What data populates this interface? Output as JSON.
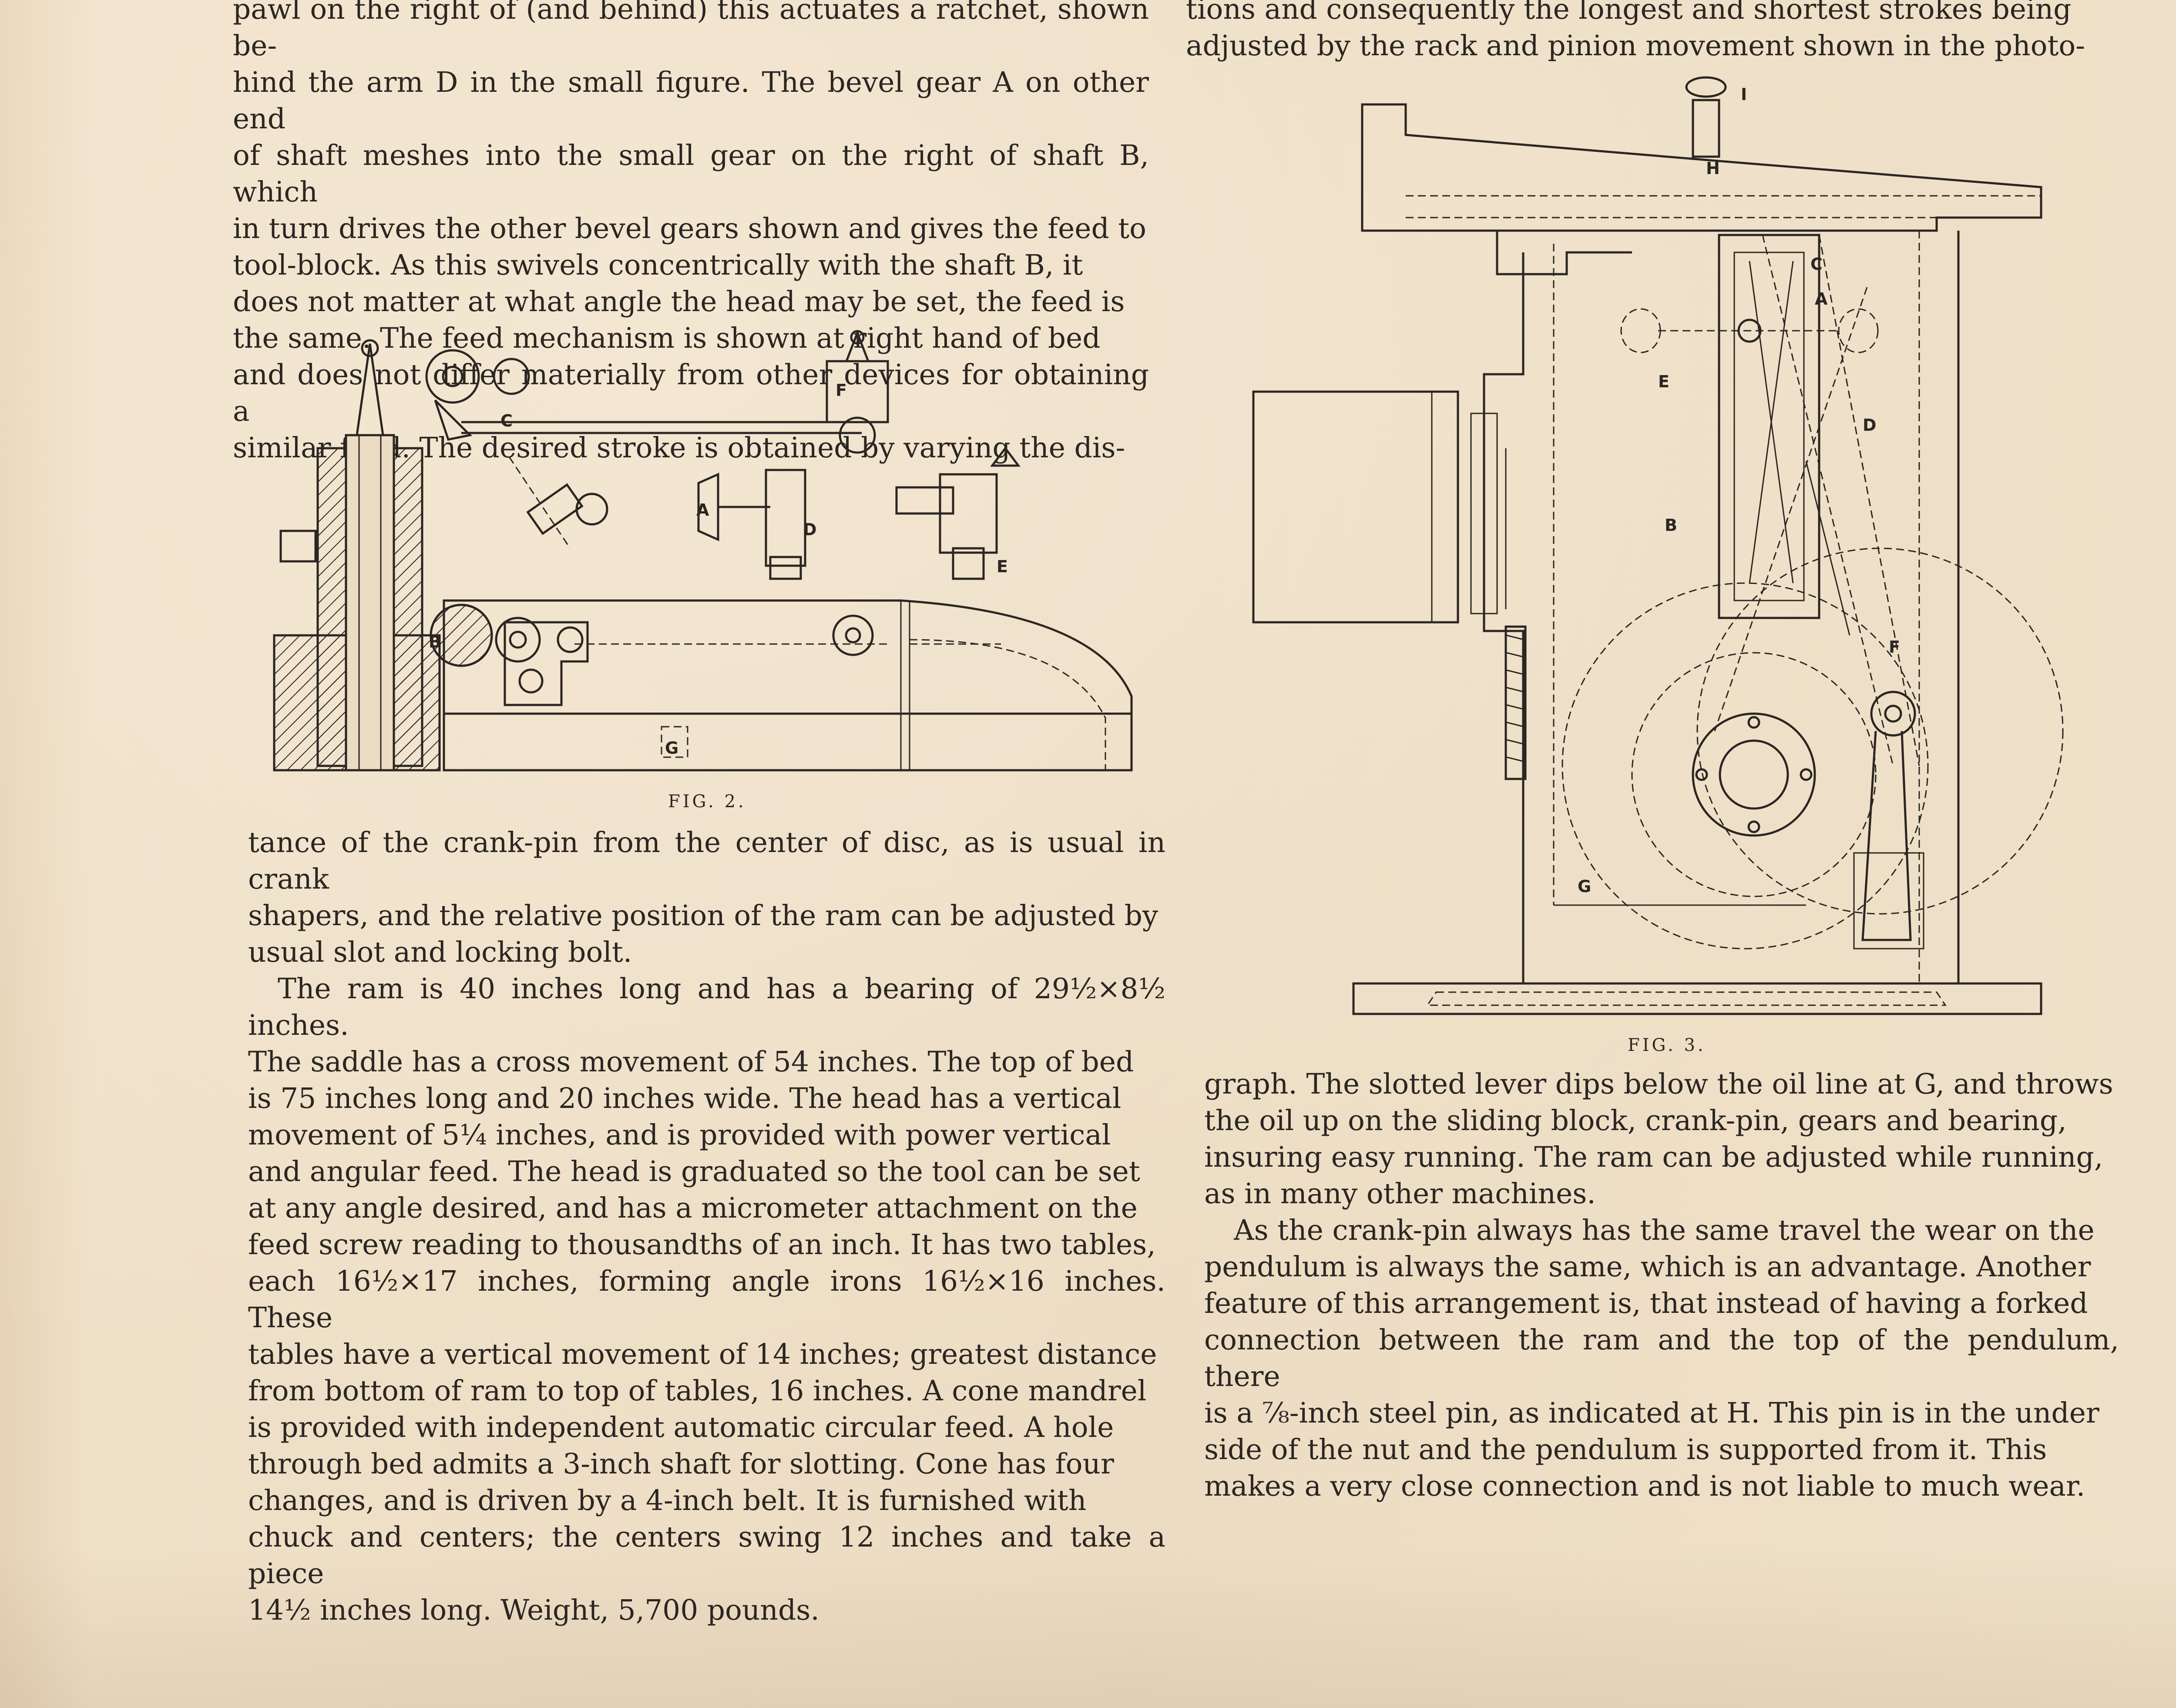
{
  "left_top_lines": [
    "pawl on the right of (and behind) this actuates a ratchet, shown be-",
    "hind the arm D in the small figure.  The bevel gear A on other end",
    "of shaft meshes into the small gear on the right of shaft B, which",
    "in turn drives the other bevel gears shown and gives the feed to",
    "tool-block.  As this swivels concentrically with the shaft B, it",
    "does not matter at what angle the head may be set, the feed is",
    "the same.  The feed mechanism is shown at right hand of bed",
    "and does not differ materially from other devices for obtaining a",
    "similar feed.  The desired stroke is obtained by varying the dis-"
  ],
  "right_top_lines": [
    "tions and consequently the longest and shortest strokes being",
    "adjusted by the rack and pinion movement shown in the photo-"
  ],
  "fig2": {
    "caption": "FIG. 2.",
    "labels": {
      "a": "A",
      "b": "B",
      "c": "C",
      "d": "D",
      "e": "E",
      "f": "F",
      "g": "G"
    }
  },
  "fig3": {
    "caption": "FIG. 3.",
    "labels": {
      "a": "A",
      "b": "B",
      "c": "C",
      "d": "D",
      "e": "E",
      "f": "F",
      "g": "G",
      "h": "H",
      "i": "I"
    }
  },
  "left_bottom": {
    "p1_lines": [
      "tance of the crank-pin from the center of disc, as is usual in crank",
      "shapers, and the relative position of the ram can be adjusted by",
      "usual slot and locking bolt."
    ],
    "p2_lines": [
      "The ram is 40 inches long and has a bearing of 29½×8½ inches.",
      "The saddle has a cross movement of 54 inches.  The top of bed",
      "is 75 inches long and 20 inches wide.  The head has a vertical",
      "movement of 5¼ inches, and is provided with power vertical",
      "and angular feed.  The head is graduated so the tool can be set",
      "at any angle desired, and has a micrometer attachment on the",
      "feed screw reading to thousandths of an inch.  It has two tables,",
      "each 16½×17 inches, forming angle irons 16½×16 inches.  These",
      "tables have a vertical movement of 14 inches; greatest distance",
      "from bottom of ram to top of tables, 16 inches.  A cone mandrel",
      "is provided with independent automatic circular feed.  A hole",
      "through bed admits a 3-inch shaft for slotting.  Cone has four",
      "changes, and is driven by a 4-inch belt.  It is furnished with",
      "chuck and centers; the centers swing 12 inches and take a piece",
      "14½ inches long.  Weight, 5,700 pounds."
    ]
  },
  "right_bottom": {
    "p1_lines": [
      "graph.  The slotted lever dips below the oil line at G, and throws",
      "the oil up on the sliding block, crank-pin, gears and bearing,",
      "insuring easy running.  The ram can be adjusted while running,",
      "as in many other machines."
    ],
    "p2_lines": [
      "As the crank-pin always has the same travel the wear on the",
      "pendulum is always the same, which is an advantage.  Another",
      "feature of this arrangement is, that instead of having a forked",
      "connection between the ram and the top of the pendulum, there",
      "is a ⅞-inch steel pin, as indicated at H.  This pin is in the under",
      "side of the nut and the pendulum is supported from it.  This",
      "makes a very close connection and is not liable to much wear."
    ]
  }
}
